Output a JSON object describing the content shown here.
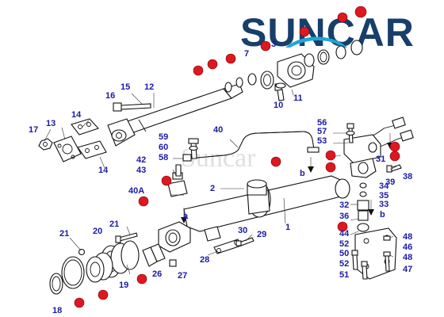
{
  "logo": {
    "text": "SUNCAR"
  },
  "watermark": {
    "text": "Suncar"
  },
  "callouts": [
    {
      "id": "1",
      "label": "1"
    },
    {
      "id": "2",
      "label": "2"
    },
    {
      "id": "3",
      "label": "3"
    },
    {
      "id": "7",
      "label": "7"
    },
    {
      "id": "10",
      "label": "10"
    },
    {
      "id": "11",
      "label": "11"
    },
    {
      "id": "12",
      "label": "12"
    },
    {
      "id": "13",
      "label": "13"
    },
    {
      "id": "14a",
      "label": "14"
    },
    {
      "id": "14b",
      "label": "14"
    },
    {
      "id": "15",
      "label": "15"
    },
    {
      "id": "16",
      "label": "16"
    },
    {
      "id": "17",
      "label": "17"
    },
    {
      "id": "18",
      "label": "18"
    },
    {
      "id": "19",
      "label": "19"
    },
    {
      "id": "20",
      "label": "20"
    },
    {
      "id": "21a",
      "label": "21"
    },
    {
      "id": "21b",
      "label": "21"
    },
    {
      "id": "26",
      "label": "26"
    },
    {
      "id": "27",
      "label": "27"
    },
    {
      "id": "28",
      "label": "28"
    },
    {
      "id": "29",
      "label": "29"
    },
    {
      "id": "30",
      "label": "30"
    },
    {
      "id": "31",
      "label": "31"
    },
    {
      "id": "32",
      "label": "32"
    },
    {
      "id": "33",
      "label": "33"
    },
    {
      "id": "34",
      "label": "34"
    },
    {
      "id": "35",
      "label": "35"
    },
    {
      "id": "36",
      "label": "36"
    },
    {
      "id": "38",
      "label": "38"
    },
    {
      "id": "39",
      "label": "39"
    },
    {
      "id": "40",
      "label": "40"
    },
    {
      "id": "40A",
      "label": "40A"
    },
    {
      "id": "42",
      "label": "42"
    },
    {
      "id": "43",
      "label": "43"
    },
    {
      "id": "44",
      "label": "44"
    },
    {
      "id": "46",
      "label": "46"
    },
    {
      "id": "47",
      "label": "47"
    },
    {
      "id": "48a",
      "label": "48"
    },
    {
      "id": "48b",
      "label": "48"
    },
    {
      "id": "50",
      "label": "50"
    },
    {
      "id": "51",
      "label": "51"
    },
    {
      "id": "52a",
      "label": "52"
    },
    {
      "id": "52b",
      "label": "52"
    },
    {
      "id": "53",
      "label": "53"
    },
    {
      "id": "56",
      "label": "56"
    },
    {
      "id": "57",
      "label": "57"
    },
    {
      "id": "58",
      "label": "58"
    },
    {
      "id": "59",
      "label": "59"
    },
    {
      "id": "60",
      "label": "60"
    },
    {
      "id": "a",
      "label": "a"
    },
    {
      "id": "b1",
      "label": "b"
    },
    {
      "id": "b2",
      "label": "b"
    }
  ],
  "badges": [
    "top",
    "t2",
    "t3",
    "t4",
    "l1",
    "l2",
    "l3",
    "l4",
    "l5",
    "r1",
    "r2",
    "r3",
    "r4",
    "r5",
    "r6",
    "b1",
    "b2",
    "b3"
  ],
  "colors": {
    "callout": "#1a1aa6",
    "badge": "#e0171f",
    "logo": "#173f6a",
    "logo_accent": "#1ea6d6"
  }
}
